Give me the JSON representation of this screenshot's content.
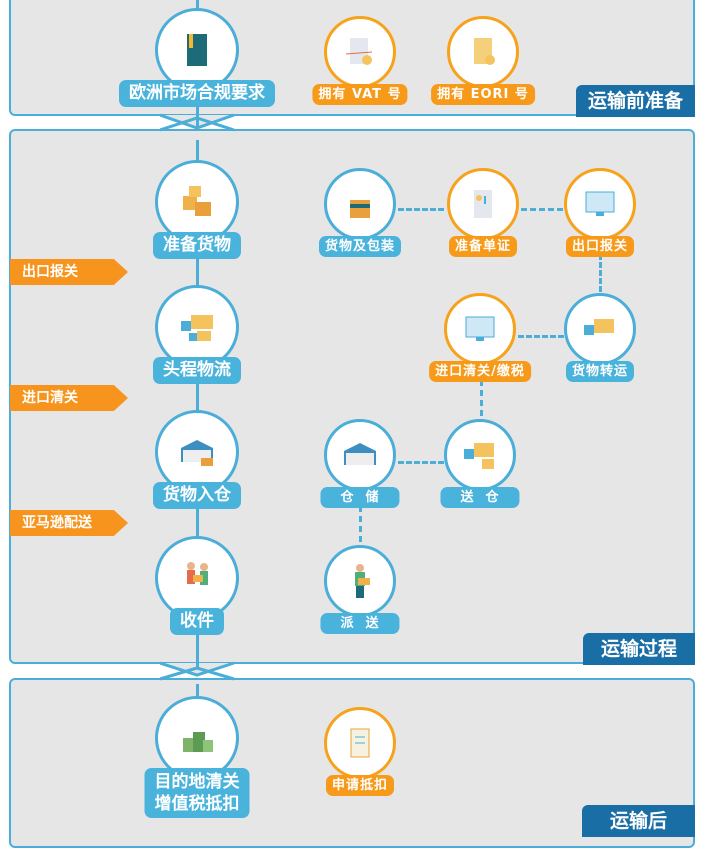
{
  "sections": {
    "pre": "运输前准备",
    "transit": "运输过程",
    "post": "运输后"
  },
  "main_steps": [
    {
      "label": "欧洲市场合规要求",
      "icon": "book-icon"
    },
    {
      "label": "准备货物",
      "icon": "boxes-icon"
    },
    {
      "label": "头程物流",
      "icon": "trucks-icon"
    },
    {
      "label": "货物入仓",
      "icon": "warehouse-icon"
    },
    {
      "label": "收件",
      "icon": "people-icon"
    },
    {
      "label_line1": "目的地清关",
      "label_line2": "增值税抵扣",
      "icon": "money-stack-icon"
    }
  ],
  "arrows": [
    "出口报关",
    "进口清关",
    "亚马逊配送"
  ],
  "sub_steps": {
    "vat": "拥有 VAT 号",
    "eori": "拥有 EORI 号",
    "packaging": "货物及包装",
    "documents": "准备单证",
    "export": "出口报关",
    "transfer": "货物转运",
    "import": "进口清关/缴税",
    "to_warehouse": "送  仓",
    "storage": "仓  储",
    "delivery": "派  送",
    "claim": "申请抵扣"
  },
  "colors": {
    "blue": "#4ab3dc",
    "orange": "#f79a1a",
    "dark_blue": "#1a6ea6",
    "bg": "#e6e6e6"
  }
}
